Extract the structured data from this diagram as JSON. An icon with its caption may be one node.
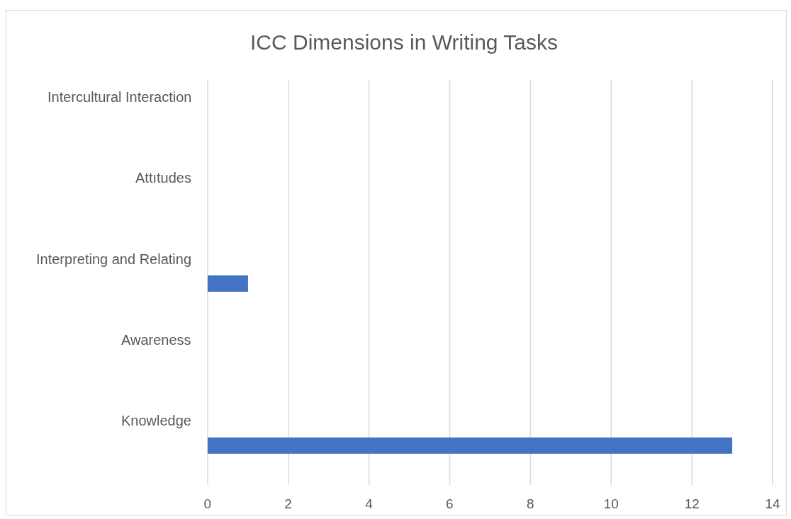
{
  "diagram": {
    "chart_data": {
      "type": "bar",
      "orientation": "horizontal",
      "title": "ICC Dimensions in Writing Tasks",
      "categories": [
        "Intercultural Interaction",
        "Attıtudes",
        "Interpreting and Relating",
        "Awareness",
        "Knowledge"
      ],
      "series": [
        {
          "color": "#4472c4",
          "values": [
            0,
            0,
            1,
            0,
            13
          ]
        }
      ],
      "xlim": [
        0,
        14
      ],
      "xticks": [
        0,
        2,
        4,
        6,
        8,
        10,
        12,
        14
      ],
      "grid": true
    }
  }
}
